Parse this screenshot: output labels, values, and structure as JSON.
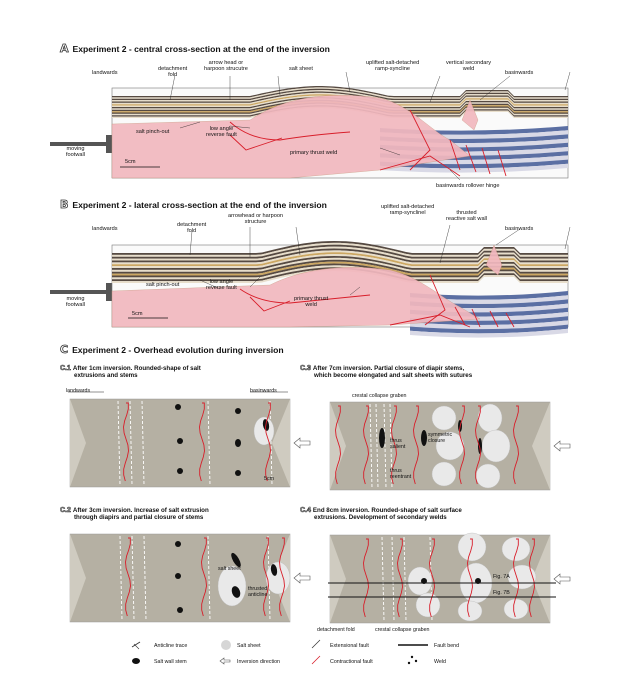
{
  "sectionA": {
    "letter": "A",
    "title": "Experiment 2 - central cross-section at the end of the inversion",
    "labels": {
      "landwards": "landwards",
      "detachment_fold_1": "detachment",
      "detachment_fold_2": "fold",
      "arrow_head_1": "arrow head or",
      "arrow_head_2": "harpoon strucutre",
      "salt_sheet": "salt sheet",
      "uplifted_1": "uplifted salt-detached",
      "uplifted_2": "ramp-syncline",
      "vertical_weld_1": "vertical secondary",
      "vertical_weld_2": "weld",
      "basinwards": "basinwards",
      "salt_pinch_out": "salt pinch-out",
      "low_angle_1": "low angle",
      "low_angle_2": "reverse fault",
      "primary_weld": "primary thrust weld",
      "moving_1": "moving",
      "moving_2": "footwall",
      "scale": "5cm",
      "rollover": "basinwards rollover hinge"
    }
  },
  "sectionB": {
    "letter": "B",
    "title": "Experiment 2 - lateral cross-section at the end of the inversion",
    "labels": {
      "landwards": "landwards",
      "detachment_fold_1": "detachment",
      "detachment_fold_2": "fold",
      "arrowhead_1": "arrowhead or harpoon",
      "arrowhead_2": "structure",
      "uplifted_1": "uplifted salt-detached",
      "uplifted_2": "ramp-synclinel",
      "thrusted_1": "thrusted",
      "thrusted_2": "reactive salt wall",
      "basinwards": "basinwards",
      "salt_pinch_out": "salt pinch-out",
      "low_angle_1": "low angle",
      "low_angle_2": "reverse fault",
      "primary_1": "primary thrust",
      "primary_2": "weld",
      "moving_1": "moving",
      "moving_2": "footwall",
      "scale": "5cm"
    }
  },
  "sectionC": {
    "letter": "C",
    "title": "Experiment 2 - Overhead evolution during inversion",
    "c1": {
      "num": "C.1",
      "title_1": "After 1cm inversion. Rounded-shape of salt",
      "title_2": "extrusions and stems",
      "landwards": "landwards",
      "basinwards": "basinwards",
      "scale": "5cm"
    },
    "c2": {
      "num": "C.2",
      "title_1": "After 3cm inversion. Increase of salt extrusion",
      "title_2": "through diapirs and partial closure of stems",
      "salt_sheet": "salt sheet",
      "thrusted_1": "thrusted",
      "thrusted_2": "anticline"
    },
    "c3": {
      "num": "C.3",
      "title_1": "After 7cm inversion. Partial closure of diapir stems,",
      "title_2": "which become elongated and salt sheets with sutures",
      "crestal": "crestal collapse graben",
      "thrus_salient_1": "thrus",
      "thrus_salient_2": "salient",
      "symmetric_1": "symmetric",
      "symmetric_2": "closure",
      "thrus_reentrant_1": "thrus",
      "thrus_reentrant_2": "reentrant"
    },
    "c4": {
      "num": "C.4",
      "title_1": "End 8cm inversion. Rounded-shape of salt surface",
      "title_2": "extrusions. Development of secondary welds",
      "fig7a": "Fig. 7A",
      "fig7b": "Fig. 7B",
      "detachment_fold": "detachment fold",
      "crestal": "crestal collapse graben"
    }
  },
  "legend": {
    "anticline_trace": "Anticline trace",
    "salt_sheet": "Salt sheet",
    "extensional_fault": "Extensional fault",
    "fault_bend": "Fault bend",
    "salt_wall_stem": "Salt wall stem",
    "inversion_direction": "Inversion direction",
    "contractional_fault": "Contractional fault",
    "weld": "Weld"
  },
  "colors": {
    "salt": "#f2b8bf",
    "fault": "#d81e2a",
    "sand_light": "#e7dcc8",
    "sand_dark": "#4d4038",
    "blue_layer": "#5b6fa3",
    "overhead_bg": "#b5b0a3"
  }
}
